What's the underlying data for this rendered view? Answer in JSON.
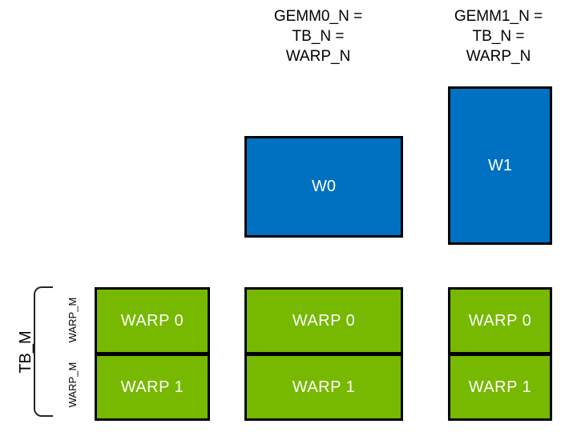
{
  "diagram": {
    "title_semantics": "GEMM warp tiling diagram",
    "colors": {
      "tile_blue": "#0070C0",
      "nvidia_green": "#76B900",
      "border_black": "#000000",
      "text_light": "#FFFFFF",
      "text_dark": "#000000"
    },
    "header_labels": [
      {
        "lines": [
          "GEMM0_N =",
          "TB_N =",
          "WARP_N"
        ]
      },
      {
        "lines": [
          "GEMM1_N =",
          "TB_N =",
          "WARP_N"
        ]
      }
    ],
    "blue_boxes": [
      {
        "label": "W0"
      },
      {
        "label": "W1"
      }
    ],
    "left_axis": {
      "tb_label": "TB_M",
      "warp_row_labels": [
        "WARP_M",
        "WARP_M"
      ]
    },
    "warp_grid": {
      "columns": [
        {
          "rows": [
            "WARP 0",
            "WARP 1"
          ]
        },
        {
          "rows": [
            "WARP 0",
            "WARP 1"
          ]
        },
        {
          "rows": [
            "WARP 0",
            "WARP 1"
          ]
        }
      ]
    }
  }
}
